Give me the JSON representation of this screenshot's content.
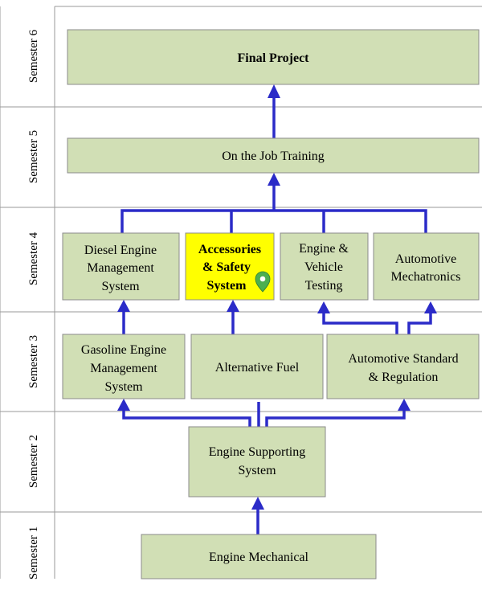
{
  "semesters": [
    "Semester 6",
    "Semester 5",
    "Semester 4",
    "Semester 3",
    "Semester 2",
    "Semester 1"
  ],
  "courses": {
    "final_project": [
      "Final Project"
    ],
    "on_the_job_training": [
      "On the Job Training"
    ],
    "diesel_engine_management": [
      "Diesel Engine",
      "Management",
      "System"
    ],
    "accessories_safety": [
      "Accessories",
      "& Safety",
      "System"
    ],
    "engine_vehicle_testing": [
      "Engine &",
      "Vehicle",
      "Testing"
    ],
    "automotive_mechatronics": [
      "Automotive",
      "Mechatronics"
    ],
    "gasoline_engine_management": [
      "Gasoline Engine",
      "Management",
      "System"
    ],
    "alternative_fuel": [
      "Alternative Fuel"
    ],
    "automotive_standard": [
      "Automotive Standard",
      "& Regulation"
    ],
    "engine_supporting": [
      "Engine Supporting",
      "System"
    ],
    "engine_mechanical": [
      "Engine Mechanical"
    ]
  },
  "colors": {
    "box_fill": "#d1dfb5",
    "highlight_fill": "#ffff00",
    "connector": "#2b2bc8",
    "marker": "#4caf50"
  },
  "icons": {
    "highlight_marker": "location-pin-icon"
  }
}
